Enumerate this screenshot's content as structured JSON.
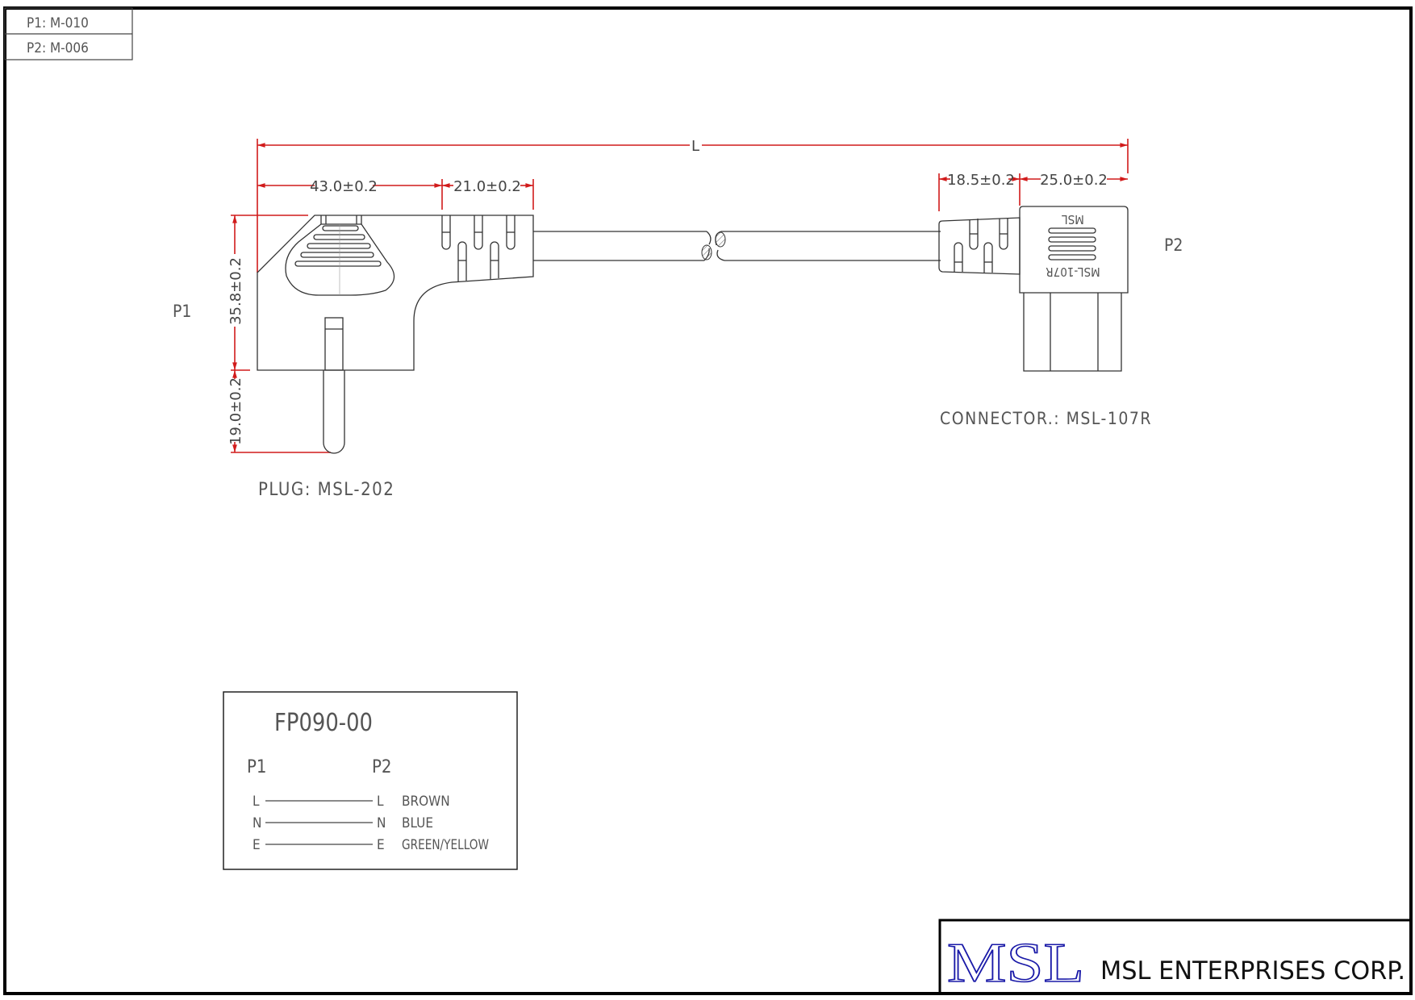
{
  "references": {
    "p1": "P1: M-010",
    "p2": "P2: M-006"
  },
  "dimensions": {
    "overall_length": "L",
    "plug_body_width": "43.0±0.2",
    "plug_strain_relief": "21.0±0.2",
    "plug_height": "35.8±0.2",
    "pin_length": "19.0±0.2",
    "connector_strain_relief": "18.5±0.2",
    "connector_body_width": "25.0±0.2"
  },
  "plug": {
    "label": "P1",
    "caption": "PLUG: MSL-202"
  },
  "connector": {
    "label": "P2",
    "caption": "CONNECTOR.: MSL-107R",
    "emboss_top": "MSL",
    "emboss_bottom": "MSL-107R"
  },
  "wiring": {
    "part_number": "FP090-00",
    "col_p1": "P1",
    "col_p2": "P2",
    "rows": [
      {
        "p1": "L",
        "p2": "L",
        "color": "BROWN"
      },
      {
        "p1": "N",
        "p2": "N",
        "color": "BLUE"
      },
      {
        "p1": "E",
        "p2": "E",
        "color": "GREEN/YELLOW"
      }
    ]
  },
  "title_block": {
    "logo": "MSL",
    "company": "MSL ENTERPRISES CORP.",
    "logo_color": "#1a1aa8"
  },
  "colors": {
    "dimension": "#d11b1b",
    "outline": "#333333"
  }
}
